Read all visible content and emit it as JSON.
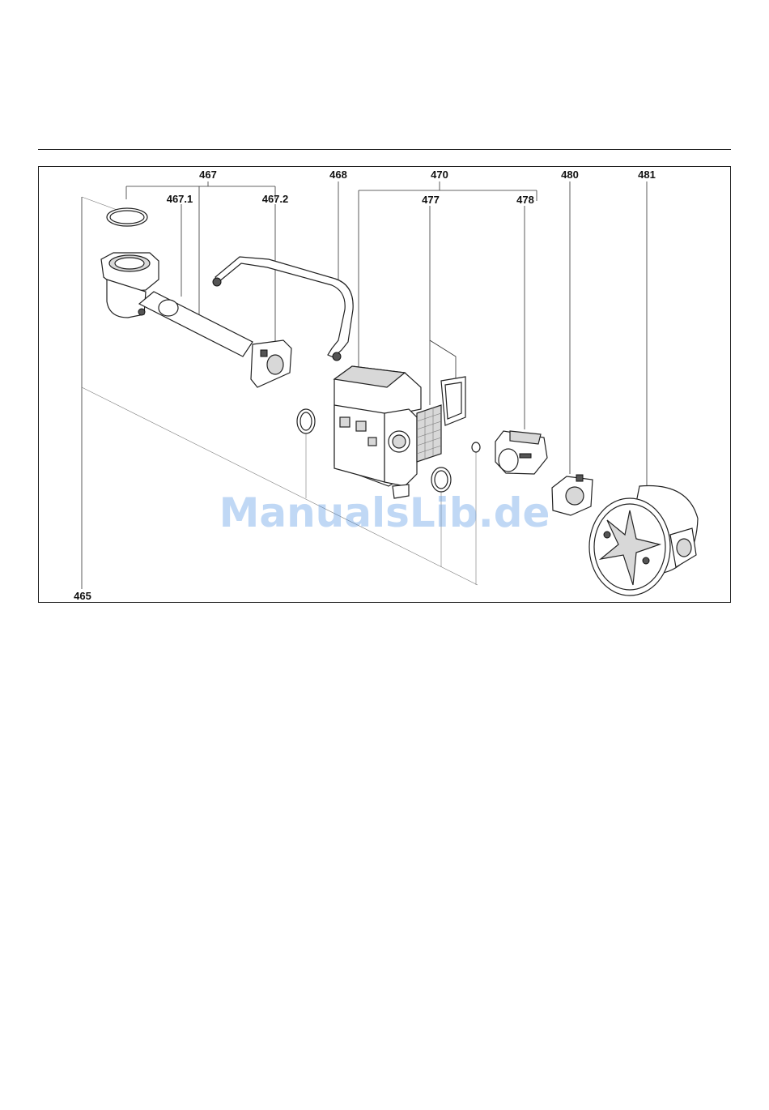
{
  "figure": {
    "labels": {
      "l465": "465",
      "l467": "467",
      "l467_1": "467.1",
      "l467_2": "467.2",
      "l468": "468",
      "l470": "470",
      "l477": "477",
      "l478": "478",
      "l480": "480",
      "l481": "481"
    },
    "watermark": "ManualsLib.de"
  }
}
